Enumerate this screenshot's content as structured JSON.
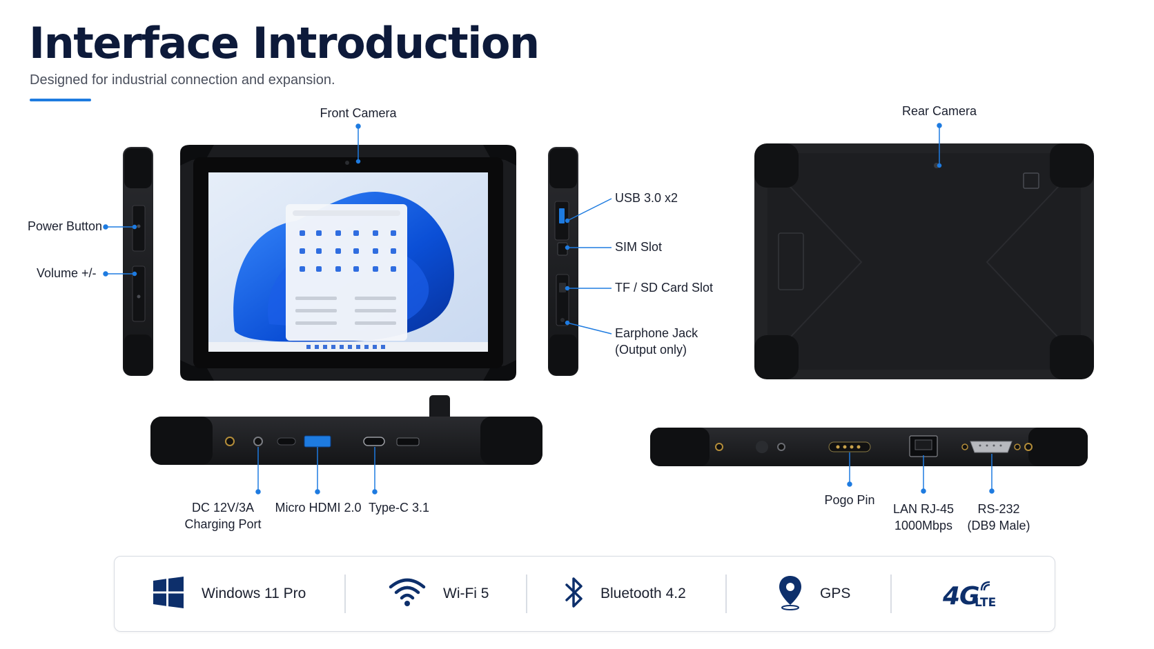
{
  "header": {
    "title": "Interface Introduction",
    "subtitle": "Designed for industrial connection and expansion."
  },
  "labels": {
    "front_camera": "Front Camera",
    "rear_camera": "Rear Camera",
    "power_button": "Power Button",
    "volume": "Volume +/-",
    "usb": "USB 3.0 x2",
    "sim": "SIM Slot",
    "tf_sd": "TF / SD Card Slot",
    "earphone_line1": "Earphone Jack",
    "earphone_line2": "(Output only)",
    "dc_line1": "DC 12V/3A",
    "dc_line2": "Charging Port",
    "hdmi": "Micro HDMI 2.0",
    "typec": "Type-C 3.1",
    "pogo": "Pogo Pin",
    "lan_line1": "LAN RJ-45",
    "lan_line2": "1000Mbps",
    "rs232_line1": "RS-232",
    "rs232_line2": "(DB9 Male)"
  },
  "features": [
    {
      "icon": "windows-logo-icon",
      "label": "Windows 11 Pro"
    },
    {
      "icon": "wifi-icon",
      "label": "Wi-Fi 5"
    },
    {
      "icon": "bluetooth-icon",
      "label": "Bluetooth 4.2"
    },
    {
      "icon": "location-pin-icon",
      "label": "GPS"
    },
    {
      "icon": "4g-lte-icon",
      "label": ""
    }
  ],
  "logo_text": {
    "four_g": "4G",
    "lte": "LTE"
  },
  "colors": {
    "accent": "#1e7be0",
    "title": "#0d1a3a",
    "device_body": "#1c1d20",
    "icon_navy": "#0d2f6b"
  }
}
